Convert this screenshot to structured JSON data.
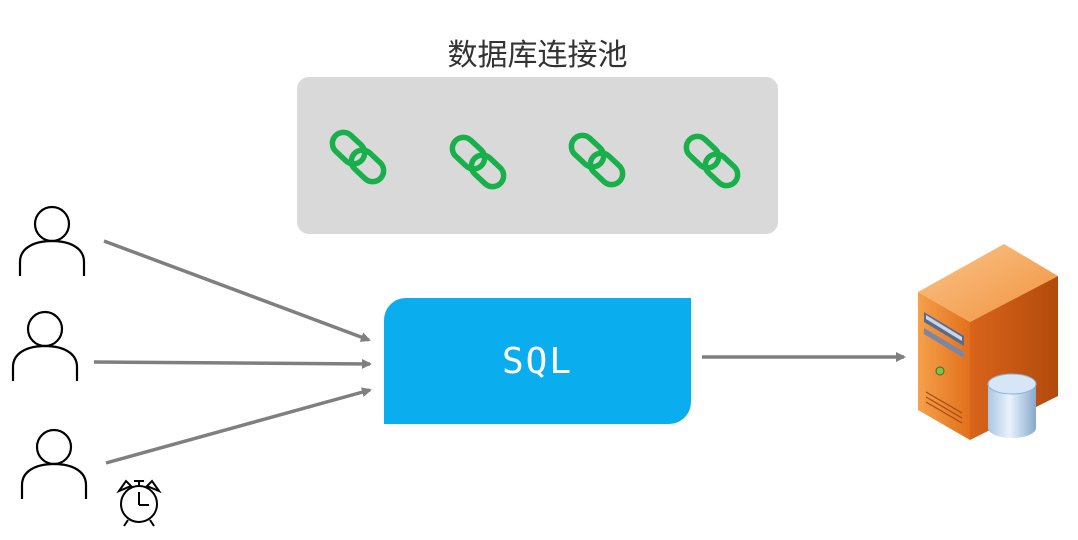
{
  "pool": {
    "title": "数据库连接池",
    "connections": [
      "connection-1",
      "connection-2",
      "connection-3",
      "connection-4"
    ],
    "link_color": "#17b04a",
    "box_color": "#d9d9d9"
  },
  "sql": {
    "label": "SQL",
    "color": "#0aaeef"
  },
  "users": [
    "user-1",
    "user-2",
    "user-3"
  ],
  "icons": {
    "user": "person-outline-icon",
    "clock": "alarm-clock-icon",
    "server": "database-server-icon",
    "link": "chain-link-icon"
  },
  "arrow_color": "#7f7f7f"
}
